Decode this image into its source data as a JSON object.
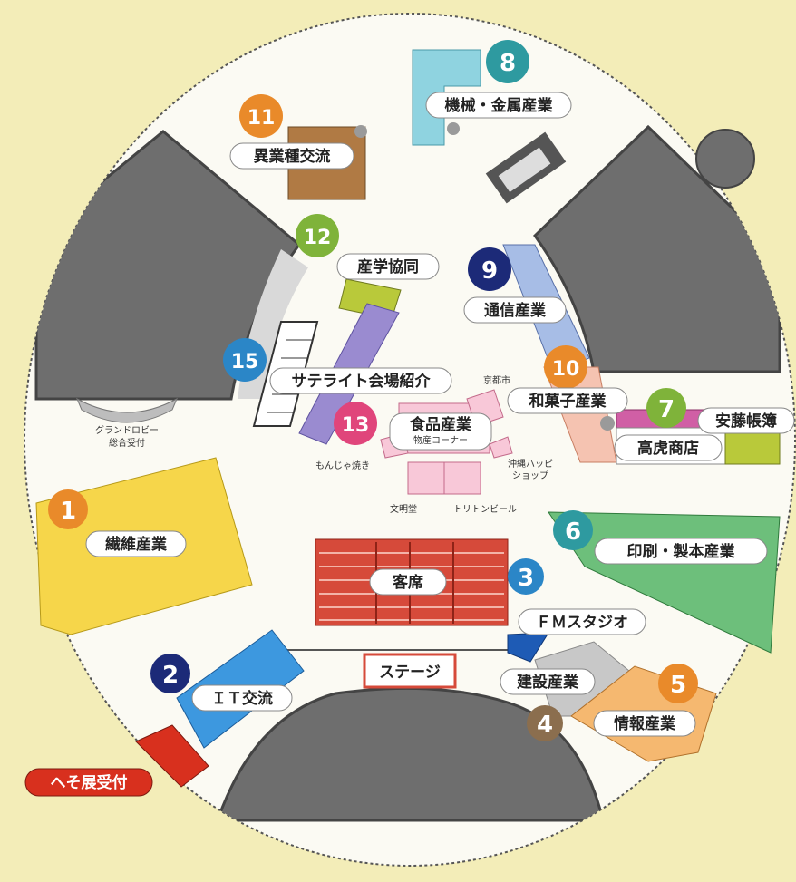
{
  "colors": {
    "background": "#f3edb8",
    "hall_floor": "#fbfaf3",
    "seating_gray": "#6e6e6e",
    "num_orange": "#e98a2a",
    "num_teal": "#2e9aa0",
    "num_green": "#7fb33a",
    "num_navy": "#1c2a78",
    "num_blue": "#2b86c7",
    "num_pink": "#e0457b",
    "num_brown": "#8b6e4e",
    "reception_red": "#d8301e"
  },
  "zones": [
    {
      "num": "1",
      "label": "繊維産業",
      "color_key": "num_orange"
    },
    {
      "num": "2",
      "label": "ＩＴ交流",
      "color_key": "num_navy"
    },
    {
      "num": "3",
      "label": "ＦＭスタジオ",
      "color_key": "num_blue"
    },
    {
      "num": "4",
      "label": "建設産業",
      "color_key": "num_brown"
    },
    {
      "num": "5",
      "label": "情報産業",
      "color_key": "num_orange"
    },
    {
      "num": "6",
      "label": "印刷・製本産業",
      "color_key": "num_teal"
    },
    {
      "num": "7",
      "label": "高虎商店",
      "color_key": "num_green"
    },
    {
      "num": "8",
      "label": "機械・金属産業",
      "color_key": "num_teal"
    },
    {
      "num": "9",
      "label": "通信産業",
      "color_key": "num_navy"
    },
    {
      "num": "10",
      "label": "和菓子産業",
      "color_key": "num_orange"
    },
    {
      "num": "11",
      "label": "異業種交流",
      "color_key": "num_orange"
    },
    {
      "num": "12",
      "label": "産学協同",
      "color_key": "num_green"
    },
    {
      "num": "13",
      "label": "食品産業",
      "color_key": "num_pink"
    },
    {
      "num": "15",
      "label": "サテライト会場紹介",
      "color_key": "num_blue"
    }
  ],
  "extra_labels": {
    "ando": "安藤帳簿",
    "seats": "客席",
    "stage": "ステージ",
    "reception": "へそ展受付",
    "grand_lobby": "グランドロビー",
    "general_desk": "総合受付",
    "monja": "もんじゃ焼き",
    "bussan": "物産コーナー",
    "kyoto": "京都市",
    "okinawa": "沖縄ハッピ",
    "shop": "ショップ",
    "bunmeido": "文明堂",
    "triton": "トリトンビール"
  }
}
